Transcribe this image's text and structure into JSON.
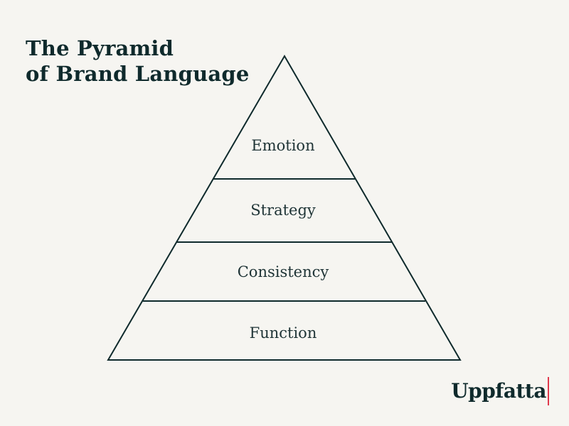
{
  "title": {
    "line1": "The Pyramid",
    "line2": "of Brand Language"
  },
  "layers": [
    {
      "label": "Emotion"
    },
    {
      "label": "Strategy"
    },
    {
      "label": "Consistency"
    },
    {
      "label": "Function"
    }
  ],
  "colors": {
    "background": "#f6f5f1",
    "text": "#0f2a2c",
    "stroke": "#0f2a2c",
    "logo_accent": "#e0394c"
  },
  "logo": {
    "text": "Uppfatta"
  }
}
